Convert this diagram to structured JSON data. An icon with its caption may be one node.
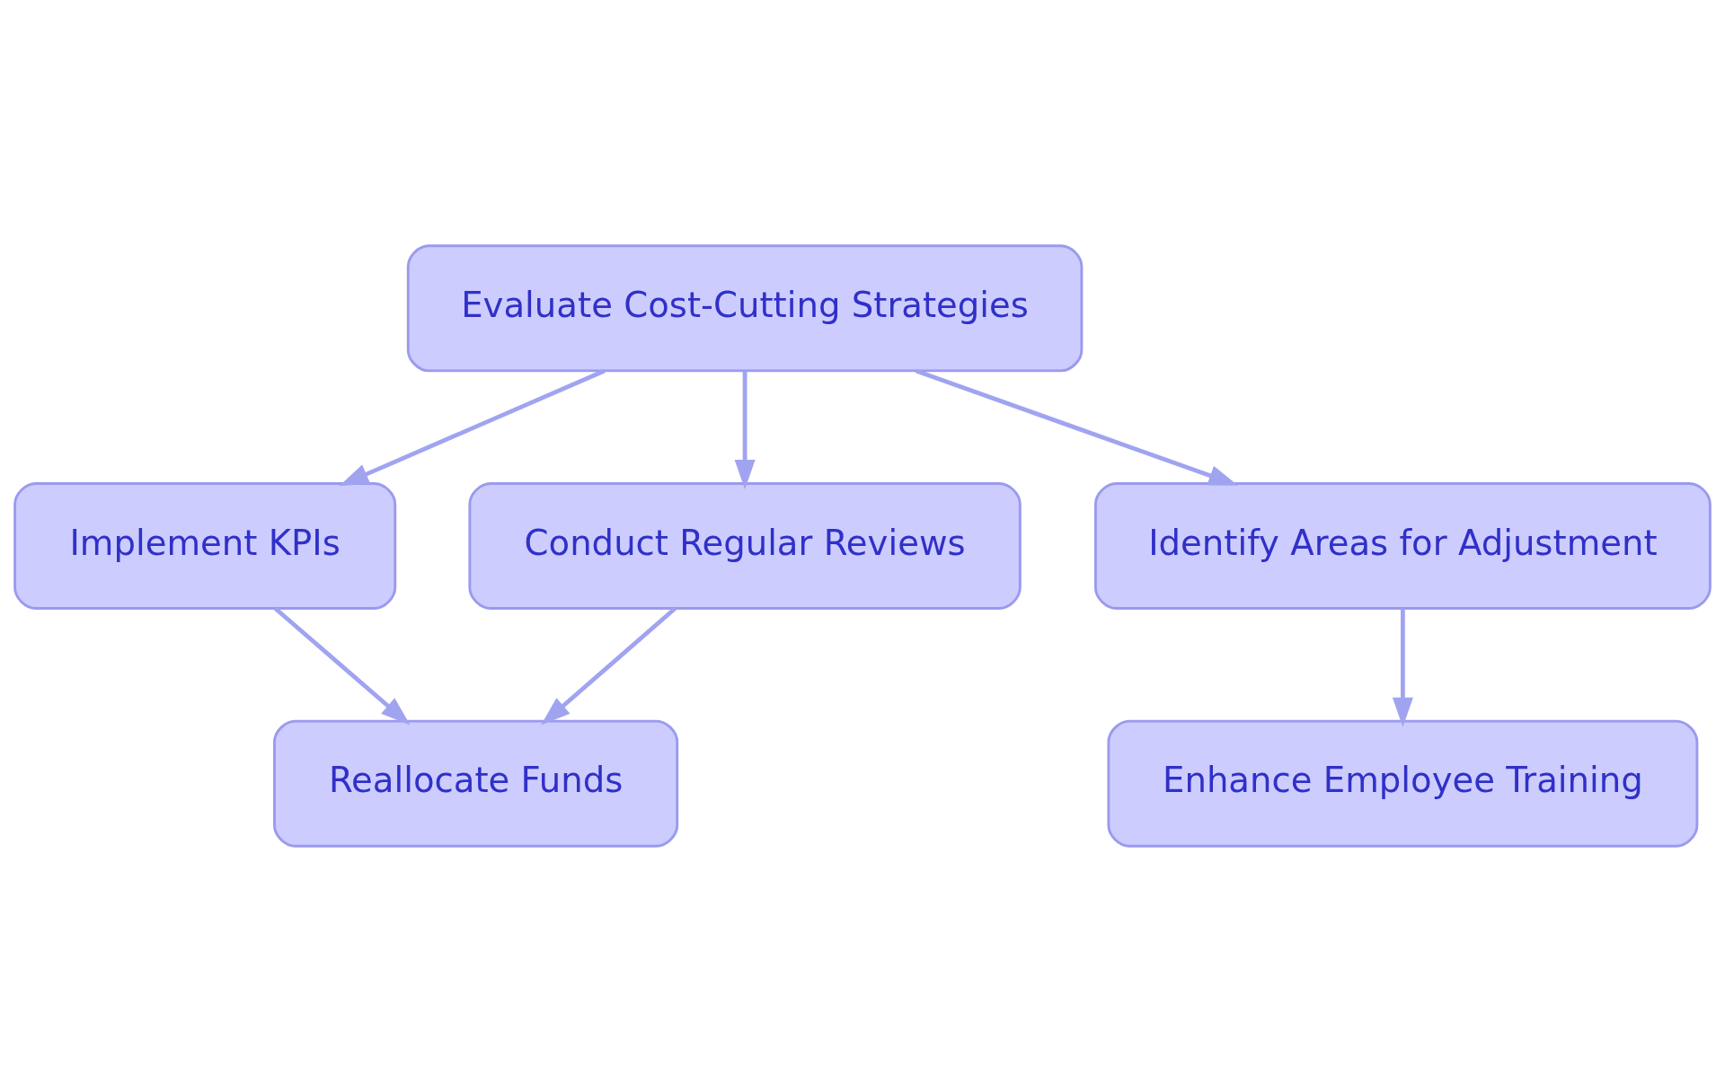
{
  "diagram": {
    "nodes": [
      {
        "text": [
          "Evaluate Cost-Cutting Strategies"
        ]
      },
      {
        "text": [
          "Implement KPIs"
        ]
      },
      {
        "text": [
          "Conduct Regular Reviews"
        ]
      },
      {
        "text": [
          "Identify Areas for Adjustment"
        ]
      },
      {
        "text": [
          "Reallocate Funds"
        ]
      },
      {
        "text": [
          "Enhance Employee Training"
        ]
      }
    ],
    "edges": [
      {
        "from": 0,
        "to": 1,
        "arrow": "to"
      },
      {
        "from": 0,
        "to": 2,
        "arrow": "to"
      },
      {
        "from": 0,
        "to": 3,
        "arrow": "to"
      },
      {
        "from": 1,
        "to": 4,
        "arrow": "to"
      },
      {
        "from": 2,
        "to": 4,
        "arrow": "to"
      },
      {
        "from": 3,
        "to": 5,
        "arrow": "to"
      }
    ]
  }
}
